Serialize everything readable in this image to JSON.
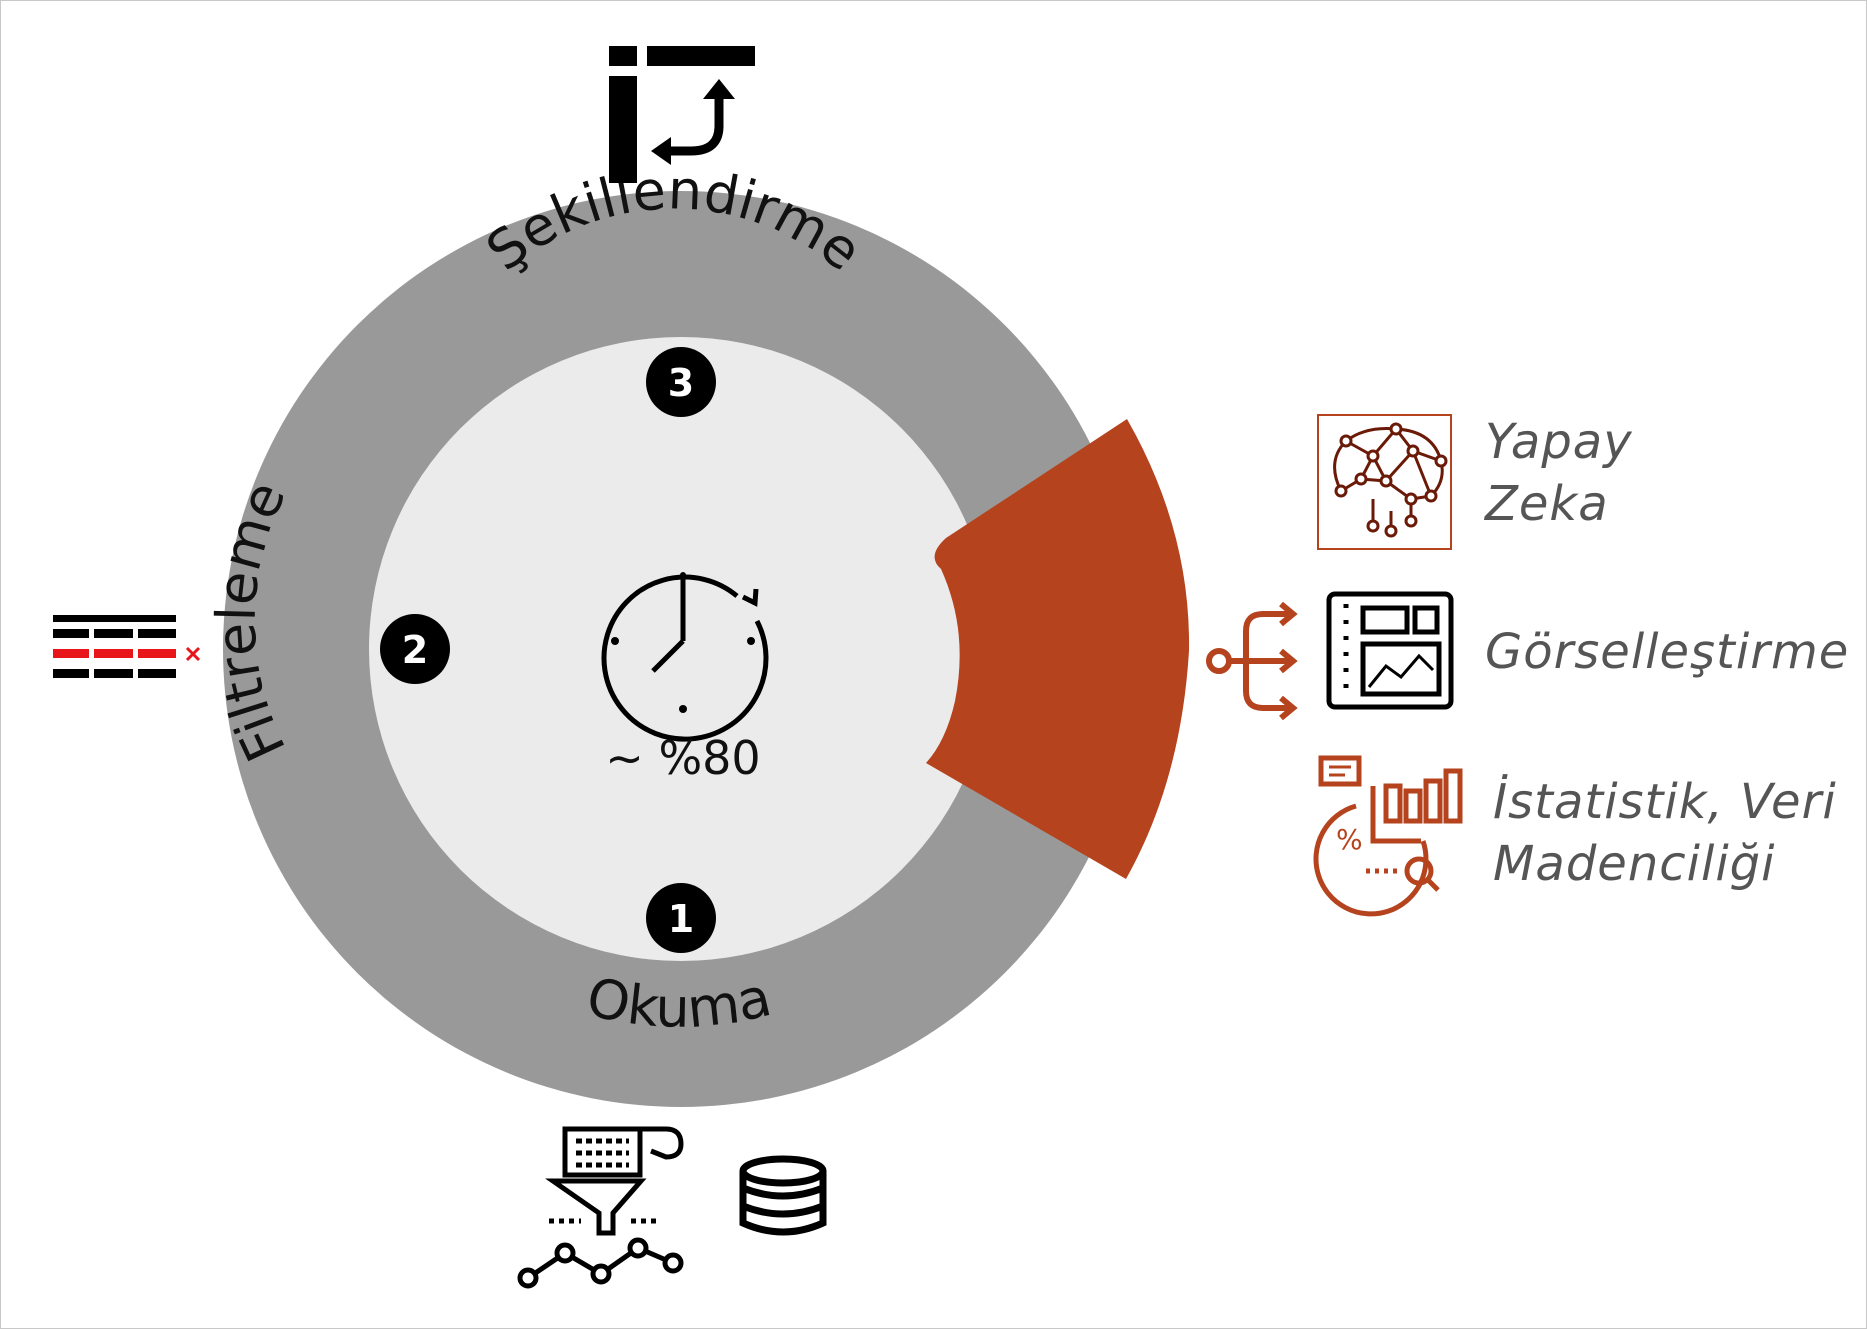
{
  "colors": {
    "ring": "#999999",
    "inner": "#ebebeb",
    "accent": "#b5441e",
    "ink": "#000000",
    "label_gray": "#555555",
    "filter_red": "#e8151a"
  },
  "ring": {
    "top_label": "Şekillendirme",
    "left_label": "Filtreleme",
    "bottom_label": "Okuma"
  },
  "steps": [
    {
      "number": "1"
    },
    {
      "number": "2"
    },
    {
      "number": "3"
    }
  ],
  "center": {
    "icon": "clock-cycle-icon",
    "percent_label": "~ %80"
  },
  "outputs": [
    {
      "icon": "ai-brain-icon",
      "line1": "Yapay",
      "line2": "Zeka"
    },
    {
      "icon": "dashboard-icon",
      "line1": "Görselleştirme",
      "line2": ""
    },
    {
      "icon": "statistics-icon",
      "line1": "İstatistik, Veri",
      "line2": "Madenciliği"
    }
  ],
  "icons": {
    "top": "reshape-icon",
    "left": "filter-rows-icon",
    "bottom_left": "data-funnel-icon",
    "bottom_right": "database-icon",
    "output_branch": "branch-arrows-icon"
  }
}
